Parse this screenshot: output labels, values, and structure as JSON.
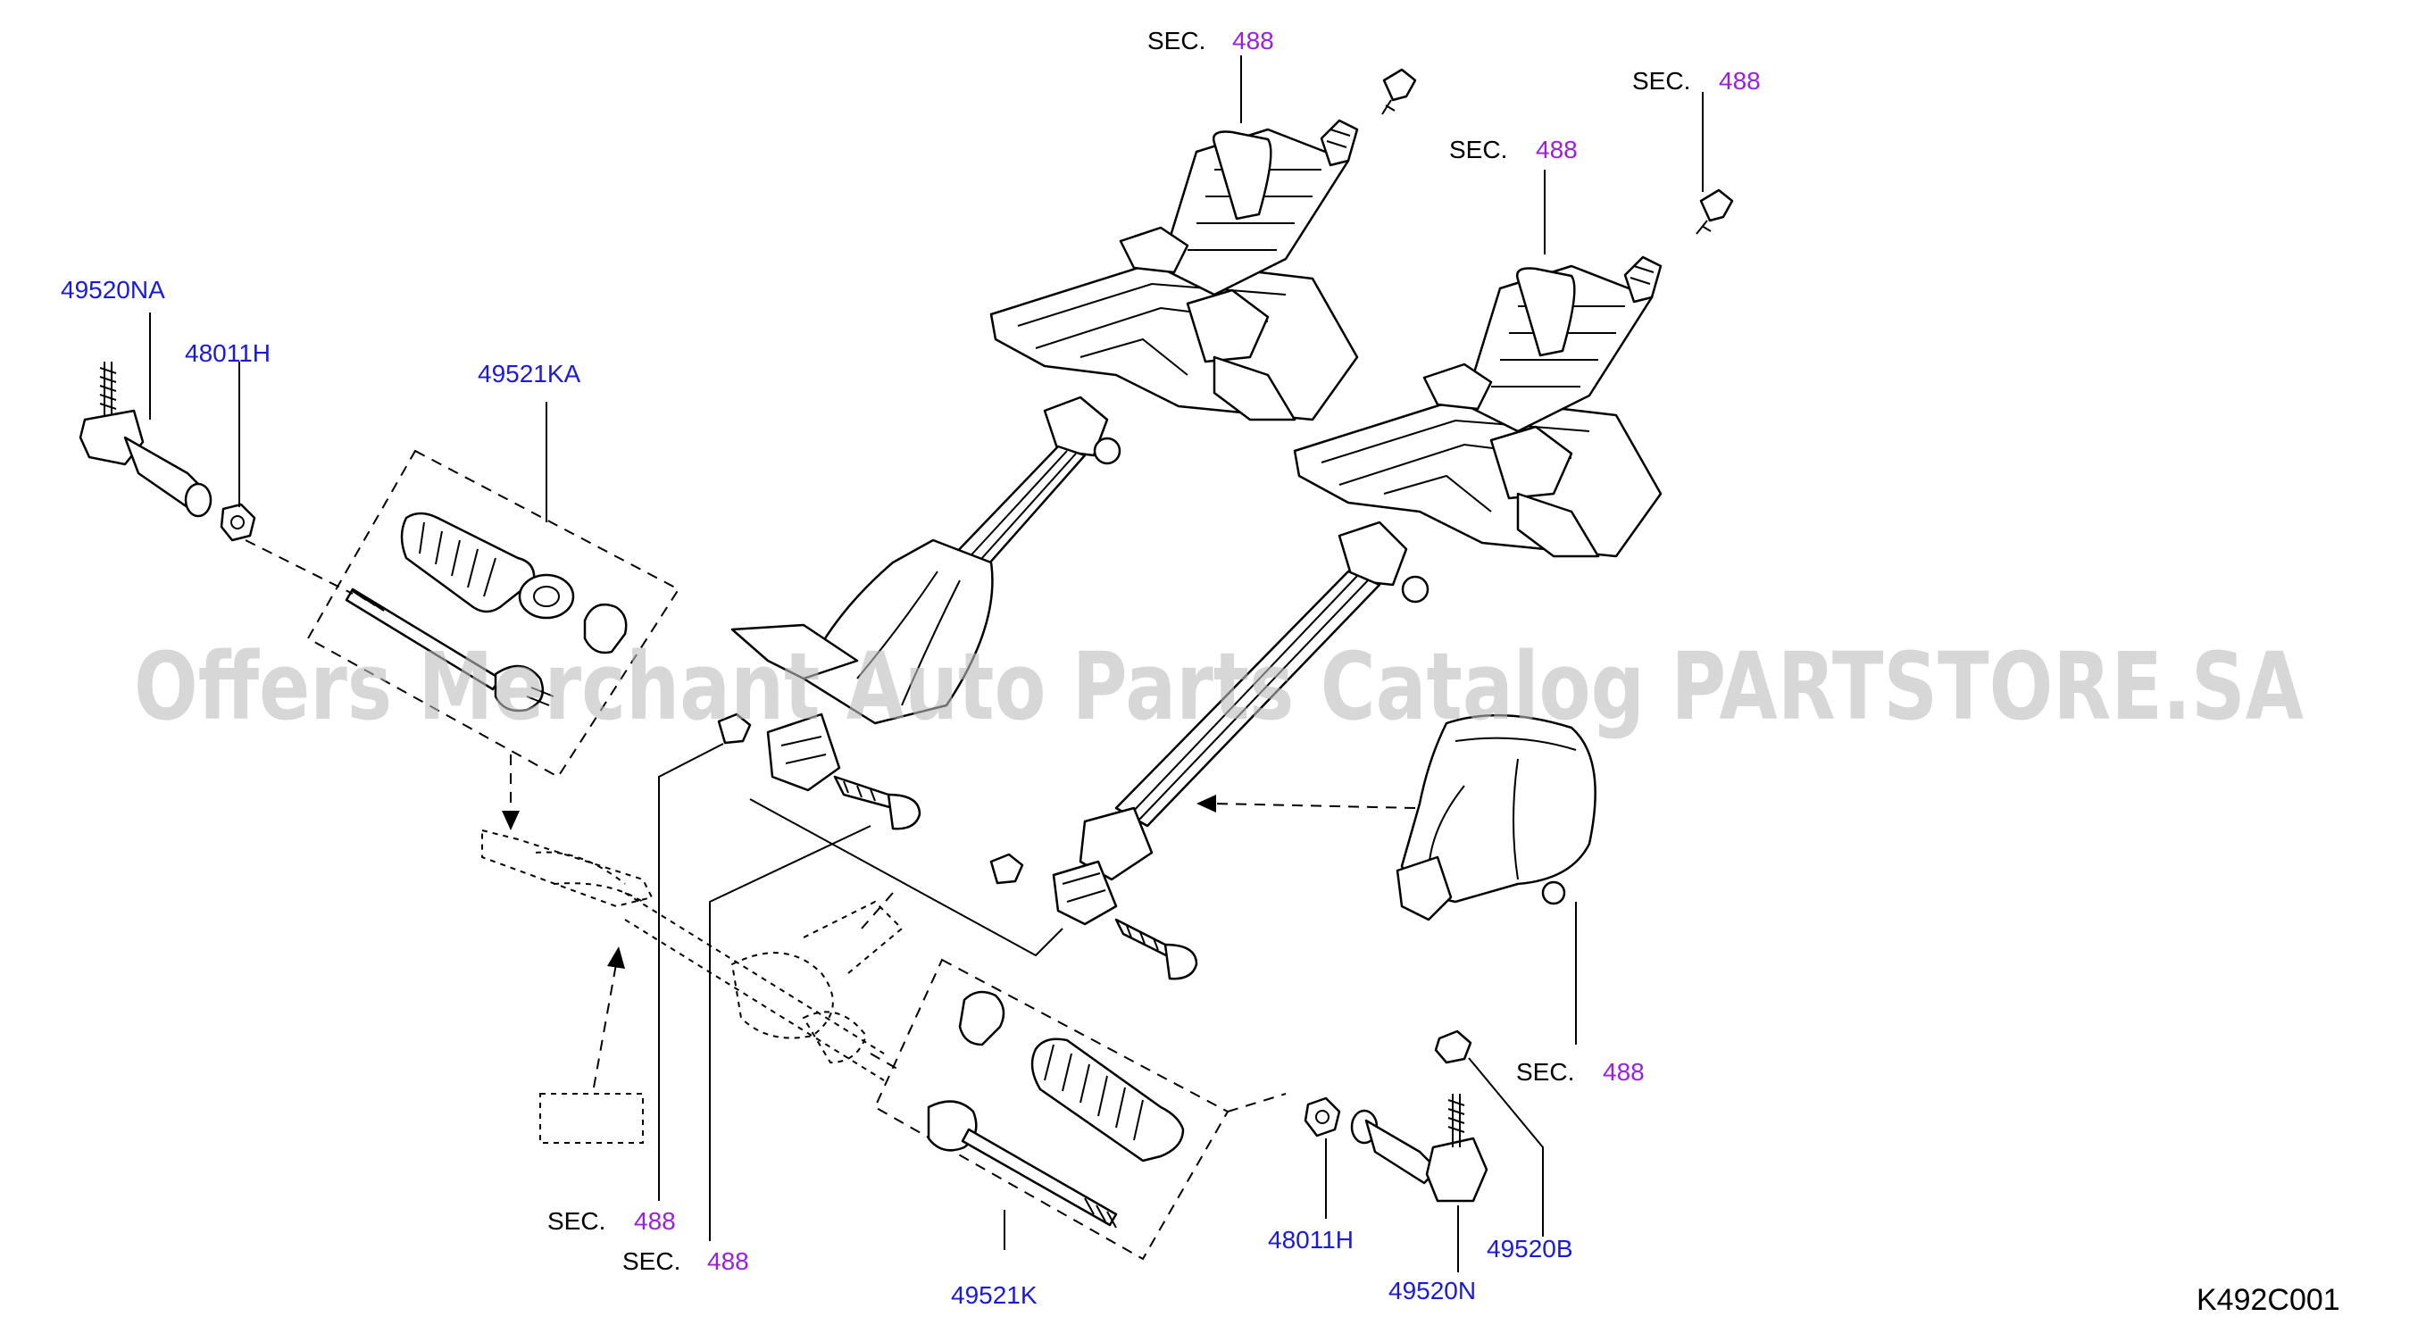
{
  "diagram": {
    "code": "K492C001",
    "watermark": "Offers Merchant Auto Parts Catalog PARTSTORE.SA",
    "colors": {
      "part_number": "#1a1adc",
      "section_number": "#9b1fe0",
      "section_prefix": "#000000",
      "watermark": "#bdbdbd"
    },
    "part_labels": {
      "p49520NA": "49520NA",
      "p48011H_left": "48011H",
      "p49521KA": "49521KA",
      "p49521K": "49521K",
      "p48011H_right": "48011H",
      "p49520N": "49520N",
      "p49520B": "49520B"
    },
    "section_refs": [
      {
        "prefix": "SEC.",
        "number": "488"
      },
      {
        "prefix": "SEC.",
        "number": "488"
      },
      {
        "prefix": "SEC.",
        "number": "488"
      },
      {
        "prefix": "SEC.",
        "number": "488"
      },
      {
        "prefix": "SEC.",
        "number": "488"
      },
      {
        "prefix": "SEC.",
        "number": "488"
      }
    ]
  }
}
